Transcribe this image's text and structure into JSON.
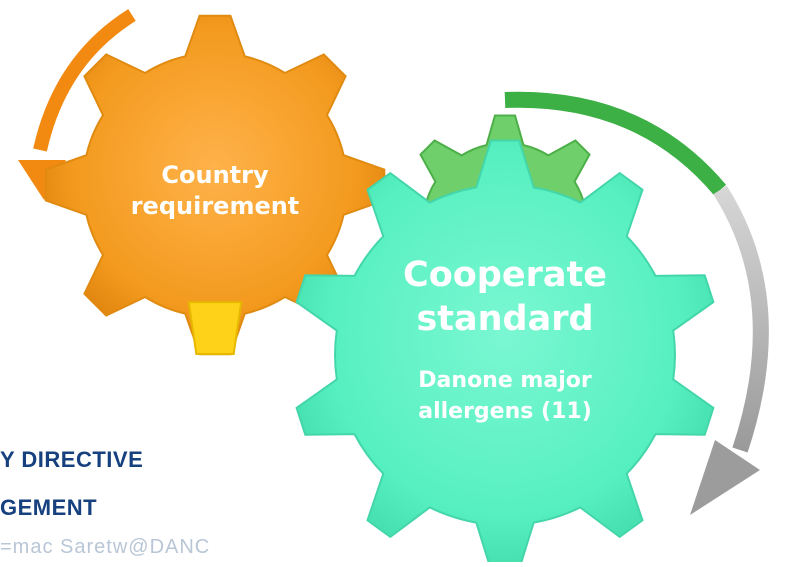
{
  "gears": {
    "country": {
      "label": "Country requirement",
      "color": "#f39a1e",
      "accent": "#ffd21a"
    },
    "corporate": {
      "title": "Cooperate standard",
      "subtitle": "Danone major allergens (11)",
      "color": "#57f0c0"
    },
    "small_green": {
      "color": "#6fcf6a"
    }
  },
  "arrows": {
    "orange_color": "#f28a12",
    "green_color": "#3cb045",
    "grey_color": "#a8a8a8"
  },
  "footer": {
    "line1": "Y DIRECTIVE",
    "line2": "GEMENT",
    "line3": "=mac Saretw@DANC"
  }
}
